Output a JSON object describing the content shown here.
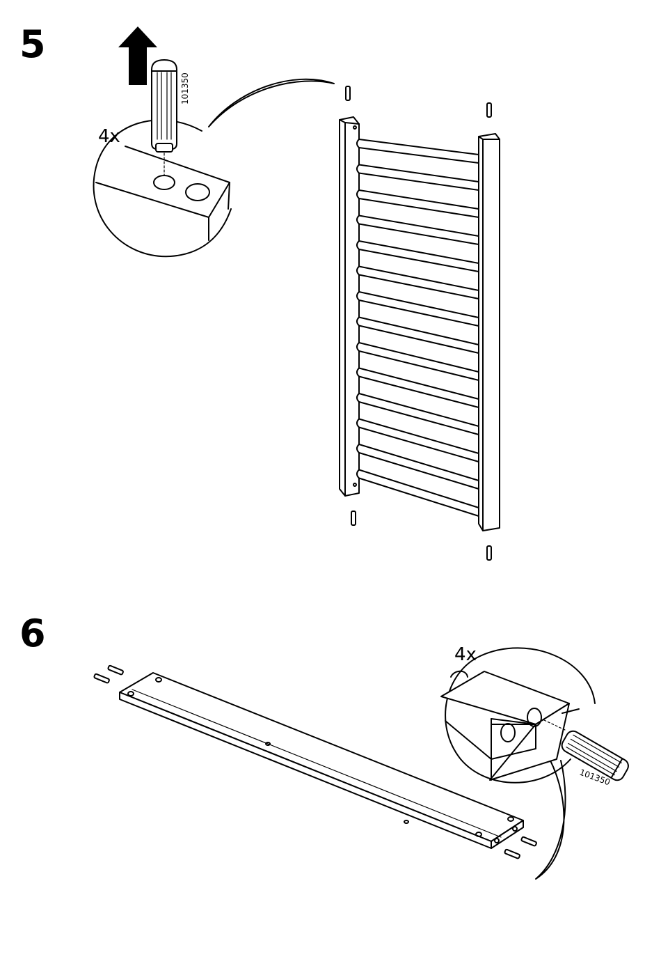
{
  "steps": [
    {
      "number": "5",
      "quantity": "4x",
      "part_number": "101350",
      "arrow": "up-arrow"
    },
    {
      "number": "6",
      "quantity": "4x",
      "part_number": "101350"
    }
  ],
  "colors": {
    "ink": "#000000",
    "paper": "#ffffff"
  }
}
